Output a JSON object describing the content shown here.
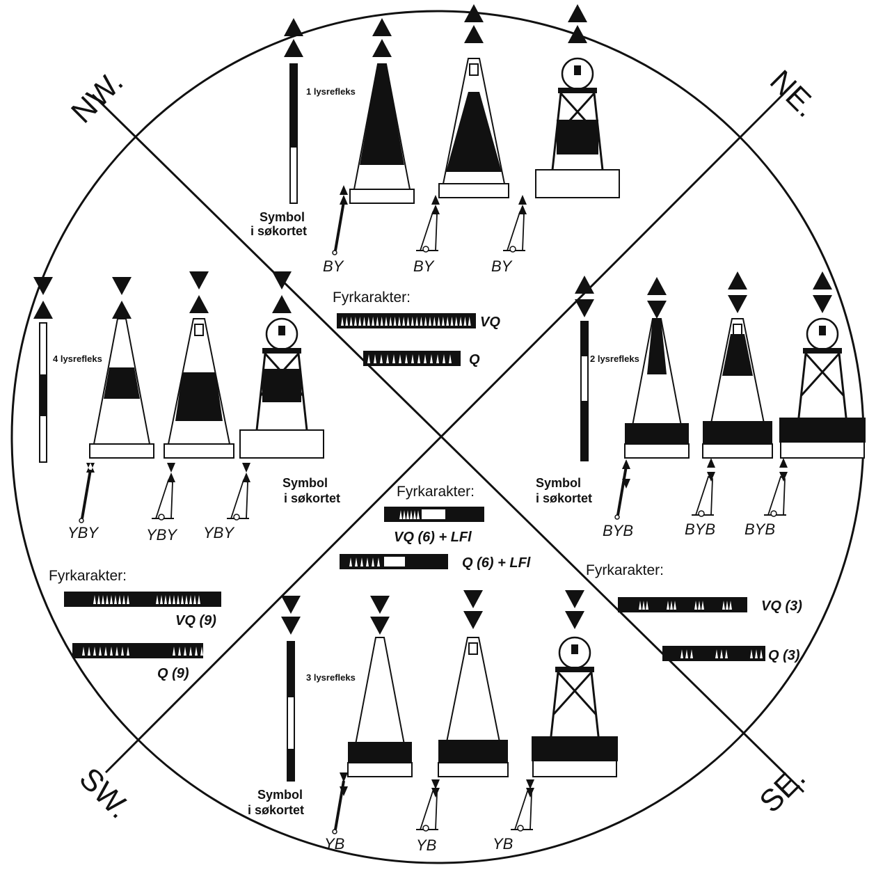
{
  "directions": {
    "nw": "NW.",
    "ne": "NE.",
    "sw": "SW.",
    "se": "SE."
  },
  "north": {
    "reflector": "1 lysrefleks",
    "symbol_line1": "Symbol",
    "symbol_line2": "i søkortet",
    "symbol_captions": [
      "BY",
      "BY",
      "BY"
    ],
    "fyrkarakter": "Fyrkarakter:",
    "lights": [
      "VQ",
      "Q"
    ]
  },
  "east": {
    "reflector": "2 lysrefleks",
    "symbol_line1": "Symbol",
    "symbol_line2": "i søkortet",
    "symbol_captions": [
      "BYB",
      "BYB",
      "BYB"
    ],
    "fyrkarakter": "Fyrkarakter:",
    "lights": [
      "VQ (3)",
      "Q (3)"
    ]
  },
  "south": {
    "reflector": "3 lysrefleks",
    "symbol_line1": "Symbol",
    "symbol_line2": "i søkortet",
    "symbol_captions": [
      "YB",
      "YB",
      "YB"
    ],
    "fyrkarakter": "Fyrkarakter:",
    "lights": [
      "VQ (6) + LFl",
      "Q (6) + LFl"
    ]
  },
  "west": {
    "reflector": "4 lysrefleks",
    "symbol_line1": "Symbol",
    "symbol_line2": "i søkortet",
    "symbol_captions": [
      "YBY",
      "YBY",
      "YBY"
    ],
    "fyrkarakter": "Fyrkarakter:",
    "lights": [
      "VQ (9)",
      "Q (9)"
    ]
  },
  "colors": {
    "ink": "#111111",
    "paper": "#ffffff",
    "hatch": "#9a9a9a"
  }
}
